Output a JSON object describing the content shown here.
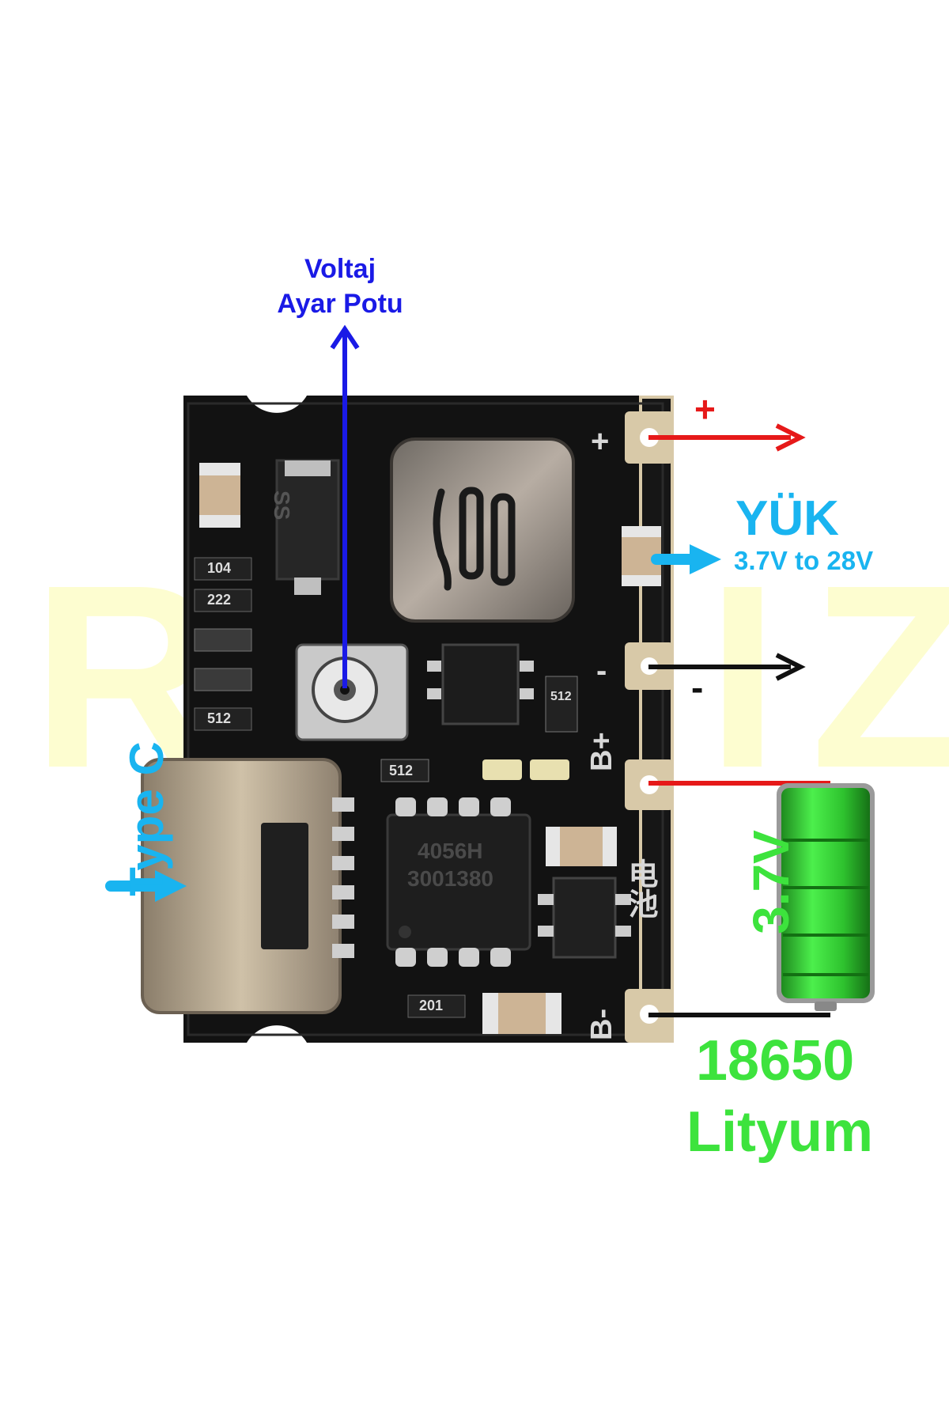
{
  "watermark": "ROBIZ",
  "pot_label": {
    "line1": "Voltaj",
    "line2": "Ayar Potu"
  },
  "output": {
    "plus_sign": "+",
    "minus_sign": "-",
    "title": "YÜK",
    "range": "3.7V to 28V"
  },
  "input": {
    "label": "Type C"
  },
  "battery": {
    "voltage": "3.7V",
    "capacity": "18650",
    "chemistry": "Lityum"
  },
  "board": {
    "pad_plus": "+",
    "pad_minus": "-",
    "pad_b_plus": "B+",
    "pad_b_minus": "B-",
    "pad_battery_cn": "电池",
    "inductor_marking": "100",
    "chip_marking_line1": "4056H",
    "chip_marking_line2": "3001380",
    "diode_marking": "SS",
    "resistor_1": "104",
    "resistor_2": "222",
    "resistor_3": "512",
    "resistor_4": "512",
    "resistor_5": "512",
    "resistor_6": "201"
  },
  "colors": {
    "plus_wire": "#e61919",
    "minus_wire": "#111111",
    "pot_arrow": "#1a1ae6",
    "output_arrow": "#19b4f0",
    "input_arrow": "#19b4f0",
    "battery": "#3de33d",
    "pcb": "#141414",
    "pad_gold": "#d8c9a8"
  }
}
